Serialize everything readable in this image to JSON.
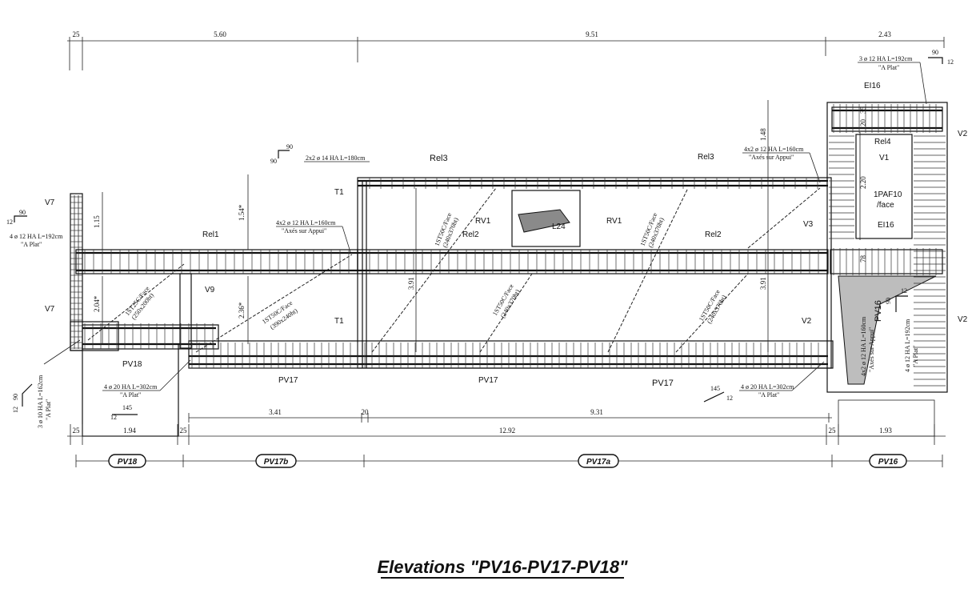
{
  "title": "Elevations \"PV16-PV17-PV18\"",
  "top_dimensions": [
    "25",
    "5.60",
    "9.51",
    "2.43"
  ],
  "bottom_dimensions": [
    "25",
    "1.94",
    "25",
    "12.92",
    "25",
    "1.93"
  ],
  "mid_dimensions": [
    "3.41",
    "20",
    "9.31"
  ],
  "section_labels": [
    "PV18",
    "PV17b",
    "PV17a",
    "PV16"
  ],
  "beam_labels": {
    "pv18": "PV18",
    "pv17_left": "PV17",
    "pv17_mid": "PV17",
    "pv17_right": "PV17",
    "pv16": "PV16"
  },
  "element_labels": {
    "v7_top": "V7",
    "v7_bottom": "V7",
    "v9": "V9",
    "t1_top": "T1",
    "t1_bottom": "T1",
    "rel1": "Rel1",
    "rel2_left": "Rel2",
    "rel2_right": "Rel2",
    "rel3_left": "Rel3",
    "rel3_right": "Rel3",
    "rel4": "Rel4",
    "rv1_left": "RV1",
    "rv1_right": "RV1",
    "l24": "L24",
    "ei16_top": "EI16",
    "ei16_bottom": "EI16",
    "v1": "V1",
    "v2_top": "V2",
    "v2_mid": "V2",
    "v2_right": "V2",
    "v3": "V3",
    "paf_line1": "1PAF10",
    "paf_line2": "/face"
  },
  "stirrup_labels": {
    "s1_a": "1ST25C/Face",
    "s1_b": "(250x200ht)",
    "s2_a": "1ST50C/Face",
    "s2_b": "(390x240ht)",
    "s3_a": "1ST50C/Face",
    "s3_b": "(240x370ht)",
    "s4_a": "1ST50C/Face",
    "s4_b": "(240x370ht)",
    "s5_a": "1ST50C/Face",
    "s5_b": "(240x370ht)",
    "s6_a": "1ST50C/Face",
    "s6_b": "(240x370ht)"
  },
  "height_dims": {
    "h1": "1.15",
    "h2": "2.04*",
    "h3": "1.54*",
    "h4": "2.36*",
    "h5": "3.91",
    "h6": "3.91",
    "h7": "1.48",
    "h8": "2.20",
    "h9": "78",
    "h10": "20",
    "h11": "35"
  },
  "rebar_notes": {
    "r1": "2x2 ø 14 HA L=180cm",
    "r2": "4x2 ø 12 HA L=160cm",
    "r2b": "\"Axés sur Appui\"",
    "r3": "4 ø 12 HA L=192cm",
    "r3b": "\"A Plat\"",
    "r4": "4 ø 20 HA L=302cm",
    "r4b": "\"A Plat\"",
    "r5": "4 ø 20 HA L=302cm",
    "r5b": "\"A Plat\"",
    "r6": "3 ø 12 HA L=192cm",
    "r6b": "\"A Plat\"",
    "r7": "4x2 ø 12 HA L=160cm",
    "r7b": "\"Axés sur Appui\"",
    "r8": "3 ø 10 HA L=162cm",
    "r8b": "\"A Plat\"",
    "r9": "4x2 ø 12 HA L=160cm",
    "r9b": "\"Axés sur Appui\"",
    "r10": "4 ø 12 HA L=192cm",
    "r10b": "\"A Plat\""
  },
  "hook_labels": {
    "k1a": "90",
    "k1b": "90",
    "k2a": "90",
    "k2b": "12",
    "k3a": "90",
    "k3b": "12",
    "k4a": "145",
    "k4b": "12",
    "k5a": "145",
    "k5b": "12",
    "k6a": "90",
    "k6b": "12",
    "k7a": "90",
    "k7b": "12"
  },
  "colors": {
    "ink": "#111111",
    "hatch": "#8a8a8a",
    "shade": "#bdbdbd"
  }
}
